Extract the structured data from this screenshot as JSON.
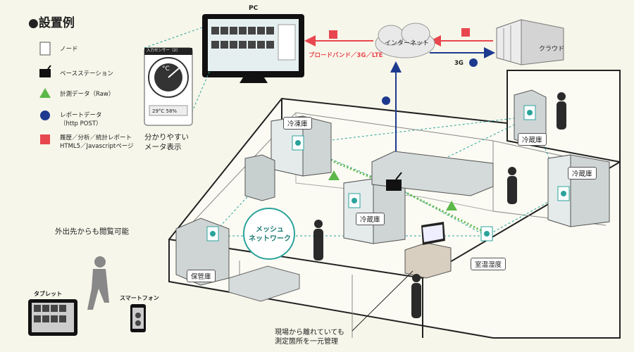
{
  "legend": {
    "title": "●設置例",
    "items": [
      {
        "label": "ノード",
        "symbol": "node-icon"
      },
      {
        "label": "ベースステーション",
        "symbol": "base-station-icon"
      },
      {
        "label": "計測データ（Raw）",
        "symbol": "triangle-icon",
        "color": "#5cb848"
      },
      {
        "label": "レポートデータ\n（http POST）",
        "symbol": "circle-icon",
        "color": "#1d3a8f"
      },
      {
        "label": "履歴／分析／統計レポート\nHTML5／Javascriptページ",
        "symbol": "square-icon",
        "color": "#e8474f"
      }
    ]
  },
  "top": {
    "pc_label": "PC",
    "internet_label": "インターネット",
    "cloud_label": "クラウド",
    "broadband_label": "ブロードバンド／3G／LTE",
    "threeg_label": "3G",
    "meter_caption": "分かりやすい\nメータ表示",
    "meter_panel_title": "入力センサー（2）",
    "meter_unit": "°C",
    "meter_readout": "29°C  58%"
  },
  "rooms": {
    "freezer": "冷凍庫",
    "fridge_top_right": "冷蔵庫",
    "fridge_right": "冷蔵庫",
    "fridge_center": "冷蔵庫",
    "storage": "保管庫",
    "room_temp": "室温湿度",
    "mesh": "メッシュ\nネットワーク"
  },
  "bottom": {
    "remote_caption": "外出先からも閲覧可能",
    "tablet_label": "タブレット",
    "smartphone_label": "スマートフォン",
    "manage_caption": "現場から離れていても\n測定箇所を一元管理"
  },
  "colors": {
    "red": "#e8474f",
    "blue": "#1d3a8f",
    "green": "#5cb848",
    "teal": "#2aa39b"
  }
}
